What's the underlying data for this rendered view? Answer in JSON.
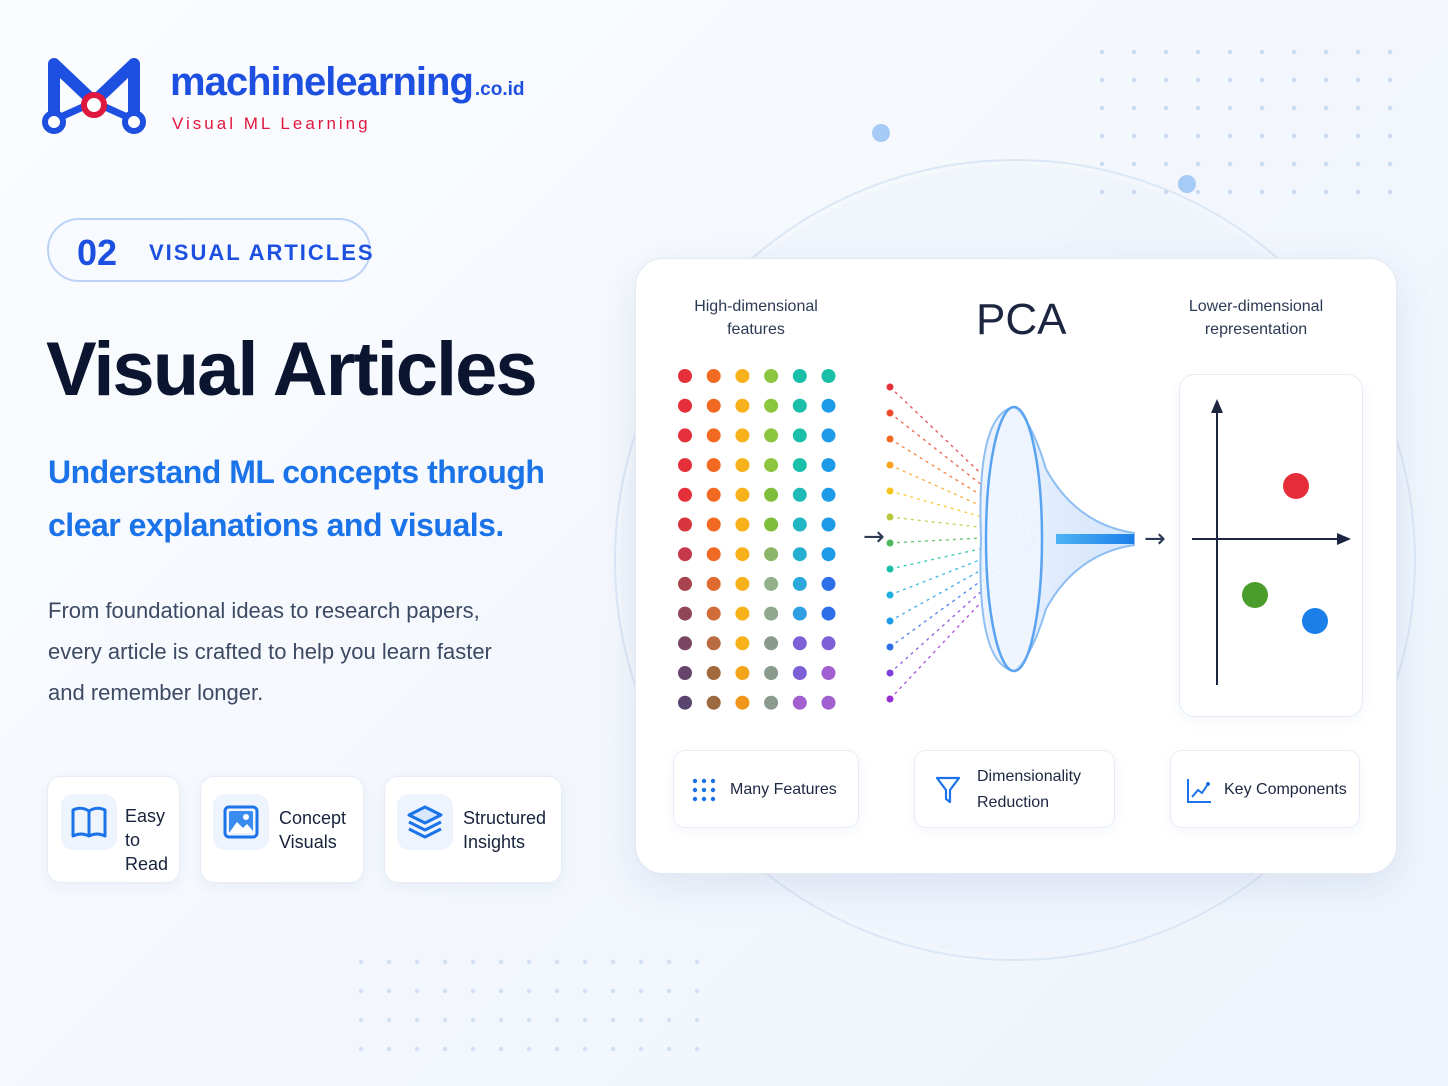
{
  "brand": {
    "name": "machinelearning",
    "suffix": ".co.id",
    "tagline": "Visual ML Learning",
    "colors": {
      "primary": "#1d4fe0",
      "accent": "#e0173f"
    }
  },
  "badge": {
    "number": "02",
    "label": "VISUAL ARTICLES"
  },
  "hero": {
    "title": "Visual Articles",
    "subtitle_line1": "Understand ML concepts through",
    "subtitle_line2": "clear explanations and visuals.",
    "description_line1": "From foundational ideas to research papers,",
    "description_line2": "every article is crafted to help you learn faster",
    "description_line3": "and remember longer."
  },
  "features": [
    {
      "icon": "book-icon",
      "line1": "Easy",
      "line2": "to",
      "line3": "Read"
    },
    {
      "icon": "image-icon",
      "line1": "Concept",
      "line2": "Visuals"
    },
    {
      "icon": "layers-icon",
      "line1": "Structured",
      "line2": "Insights"
    }
  ],
  "pca_card": {
    "left_label_line1": "High-dimensional",
    "left_label_line2": "features",
    "title": "PCA",
    "right_label_line1": "Lower-dimensional",
    "right_label_line2": "representation",
    "dot_colors": [
      "#e5303b",
      "#f26a22",
      "#f7b21b",
      "#8cc63f",
      "#19bfa8",
      "#1e9be8",
      "#2c6fe6",
      "#7d5fd6",
      "#a15fd0",
      "#5b4a8a",
      "#a06a3e",
      "#8a9a8c"
    ],
    "point_colors": {
      "red": "#e52d3a",
      "green": "#4a9d2a",
      "blue": "#1a7fe8"
    },
    "bottom_chips": [
      {
        "icon": "grid-dots-icon",
        "line1": "Many Features"
      },
      {
        "icon": "funnel-icon",
        "line1": "Dimensionality",
        "line2": "Reduction"
      },
      {
        "icon": "chart-icon",
        "line1": "Key Components"
      }
    ]
  }
}
